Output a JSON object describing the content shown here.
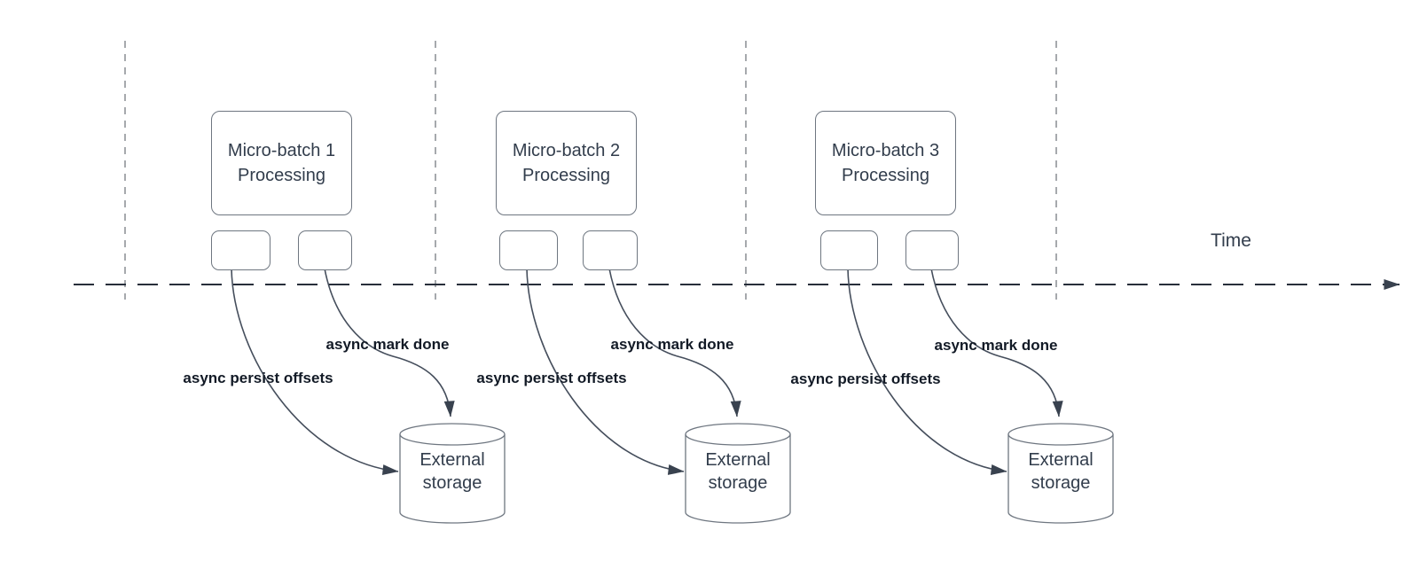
{
  "timeline": {
    "label": "Time"
  },
  "colors": {
    "gridline_gray": "#a6a9ad",
    "timeline_dark": "#272e3a",
    "curve_stroke": "#454e5c",
    "arrowhead_fill": "#39424f",
    "shape_stroke": "#6e7680",
    "shape_text": "#323d4c",
    "label_text": "#121a26"
  },
  "groups": [
    {
      "title_line1": "Micro-batch 1",
      "title_line2": "Processing",
      "persist_label": "async persist offsets",
      "done_label": "async mark done",
      "storage_line1": "External",
      "storage_line2": "storage"
    },
    {
      "title_line1": "Micro-batch 2",
      "title_line2": "Processing",
      "persist_label": "async persist offsets",
      "done_label": "async mark done",
      "storage_line1": "External",
      "storage_line2": "storage"
    },
    {
      "title_line1": "Micro-batch 3",
      "title_line2": "Processing",
      "persist_label": "async persist offsets",
      "done_label": "async mark done",
      "storage_line1": "External",
      "storage_line2": "storage"
    }
  ]
}
